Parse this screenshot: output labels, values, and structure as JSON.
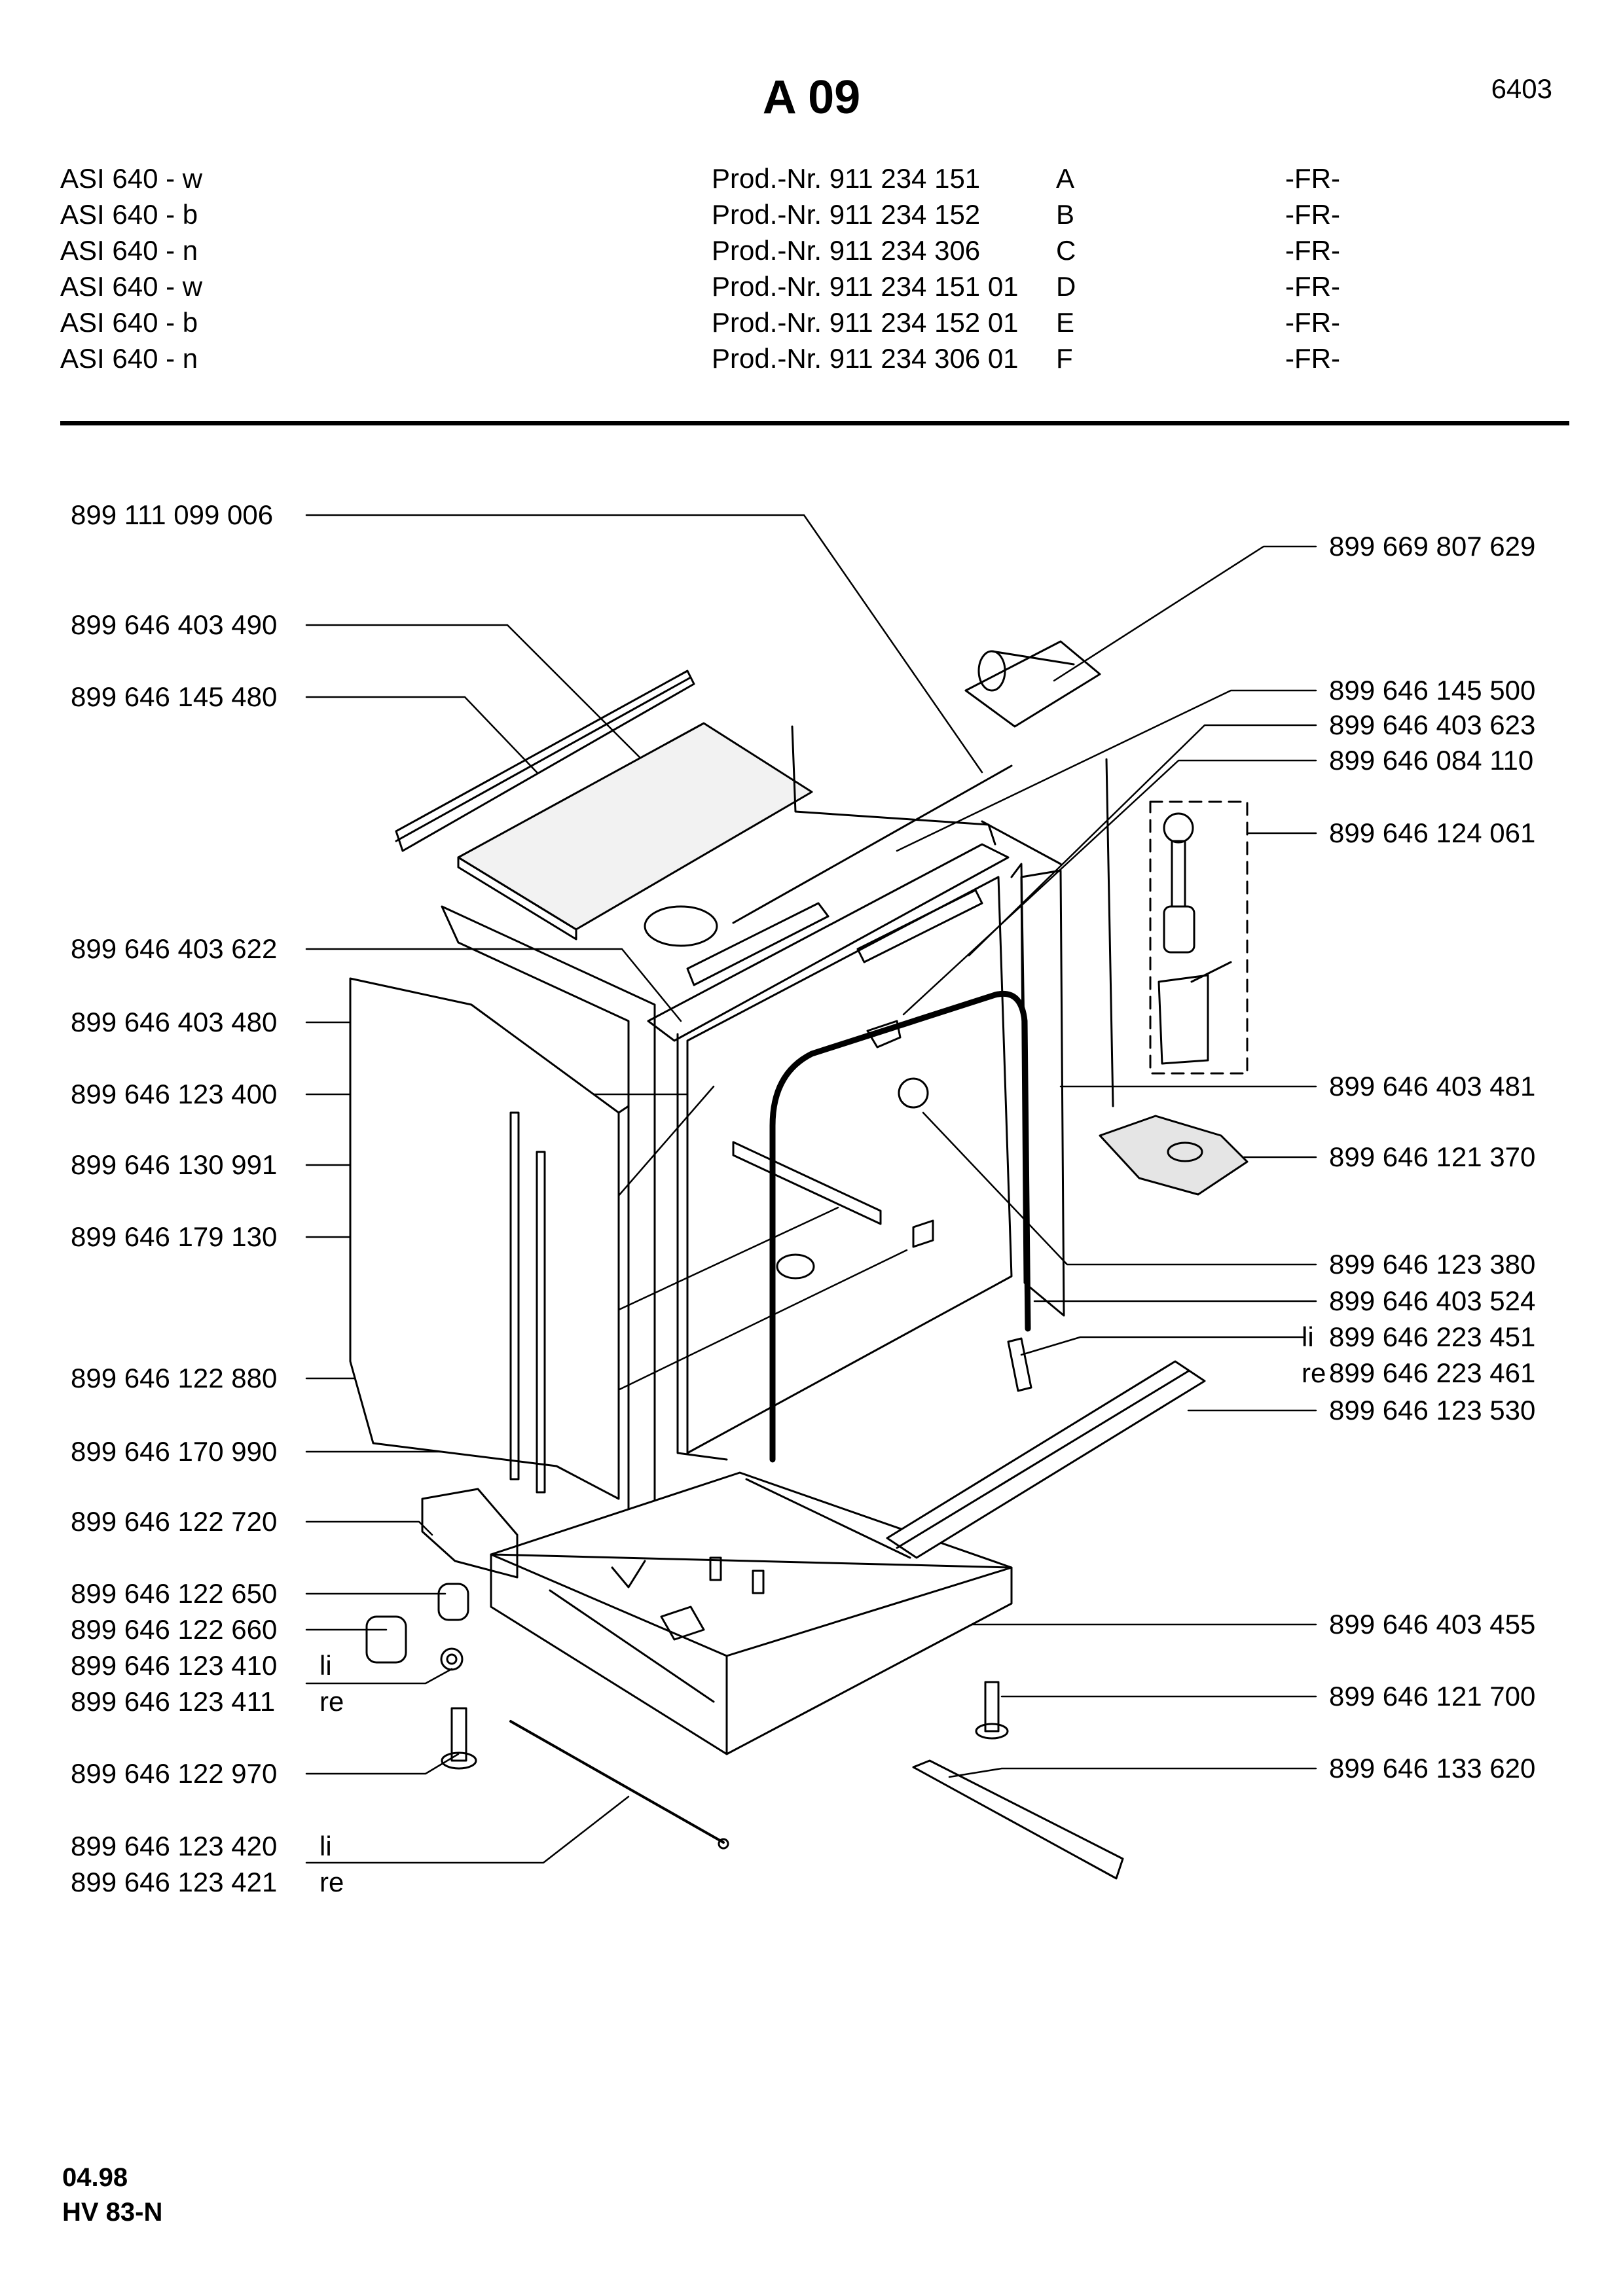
{
  "header": {
    "title": "A 09",
    "page_number": "6403",
    "models": [
      {
        "model": "ASI 640 - w",
        "prod": "Prod.-Nr. 911 234 151",
        "variant": "A",
        "country": "-FR-"
      },
      {
        "model": "ASI 640 - b",
        "prod": "Prod.-Nr. 911 234 152",
        "variant": "B",
        "country": "-FR-"
      },
      {
        "model": "ASI 640 - n",
        "prod": "Prod.-Nr. 911 234 306",
        "variant": "C",
        "country": "-FR-"
      },
      {
        "model": "ASI 640 - w",
        "prod": "Prod.-Nr. 911 234 151 01",
        "variant": "D",
        "country": "-FR-"
      },
      {
        "model": "ASI 640 - b",
        "prod": "Prod.-Nr. 911 234 152 01",
        "variant": "E",
        "country": "-FR-"
      },
      {
        "model": "ASI 640 - n",
        "prod": "Prod.-Nr. 911 234 306 01",
        "variant": "F",
        "country": "-FR-"
      }
    ]
  },
  "left_labels": [
    {
      "part": "899 111 099 006",
      "suffix": ""
    },
    {
      "part": "899 646 403 490",
      "suffix": ""
    },
    {
      "part": "899 646 145 480",
      "suffix": ""
    },
    {
      "part": "899 646 403 622",
      "suffix": ""
    },
    {
      "part": "899 646 403 480",
      "suffix": ""
    },
    {
      "part": "899 646 123 400",
      "suffix": ""
    },
    {
      "part": "899 646 130 991",
      "suffix": ""
    },
    {
      "part": "899 646 179 130",
      "suffix": ""
    },
    {
      "part": "899 646 122 880",
      "suffix": ""
    },
    {
      "part": "899 646 170 990",
      "suffix": ""
    },
    {
      "part": "899 646 122 720",
      "suffix": ""
    },
    {
      "part": "899 646 122 650",
      "suffix": ""
    },
    {
      "part": "899 646 122 660",
      "suffix": ""
    },
    {
      "part": "899 646 123 410",
      "suffix": "li"
    },
    {
      "part": "899 646 123 411",
      "suffix": "re"
    },
    {
      "part": "899 646 122 970",
      "suffix": ""
    },
    {
      "part": "899 646 123 420",
      "suffix": "li"
    },
    {
      "part": "899 646 123 421",
      "suffix": "re"
    }
  ],
  "right_labels": [
    {
      "prefix": "",
      "part": "899 669 807 629"
    },
    {
      "prefix": "",
      "part": "899 646 145 500"
    },
    {
      "prefix": "",
      "part": "899 646 403 623"
    },
    {
      "prefix": "",
      "part": "899 646 084 110"
    },
    {
      "prefix": "",
      "part": "899 646 124 061"
    },
    {
      "prefix": "",
      "part": "899 646 403 481"
    },
    {
      "prefix": "",
      "part": "899 646 121 370"
    },
    {
      "prefix": "",
      "part": "899 646 123 380"
    },
    {
      "prefix": "",
      "part": "899 646 403 524"
    },
    {
      "prefix": "li",
      "part": "899 646 223 451"
    },
    {
      "prefix": "re",
      "part": "899 646 223 461"
    },
    {
      "prefix": "",
      "part": "899 646 123 530"
    },
    {
      "prefix": "",
      "part": "899 646 403 455"
    },
    {
      "prefix": "",
      "part": "899 646 121 700"
    },
    {
      "prefix": "",
      "part": "899 646 133 620"
    }
  ],
  "footer": {
    "date": "04.98",
    "code": "HV 83-N"
  }
}
